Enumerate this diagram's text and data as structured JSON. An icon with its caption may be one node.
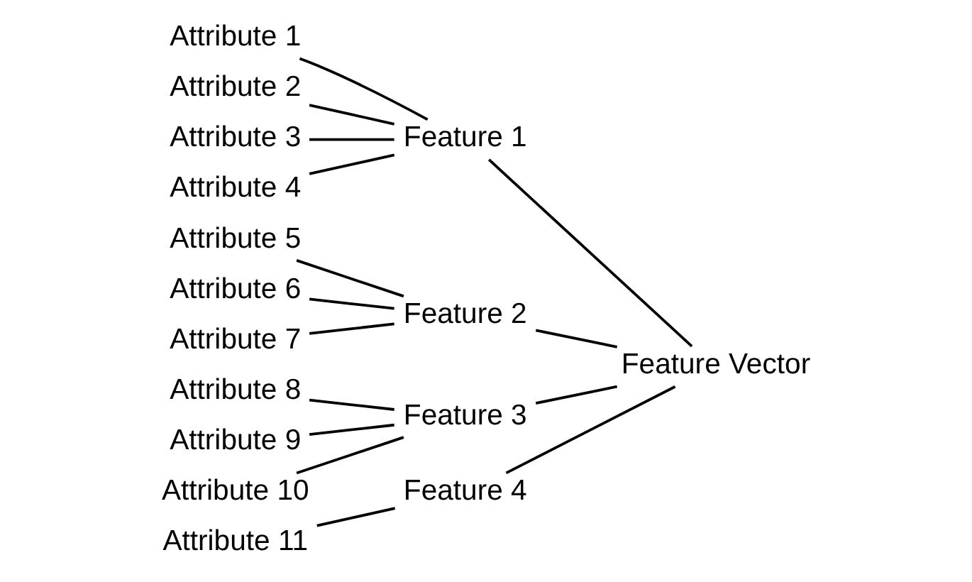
{
  "diagram": {
    "nodes": [
      {
        "text": [
          "Attribute 1"
        ]
      },
      {
        "text": [
          "Attribute 2"
        ]
      },
      {
        "text": [
          "Attribute 3"
        ]
      },
      {
        "text": [
          "Attribute 4"
        ]
      },
      {
        "text": [
          "Feature 1"
        ]
      },
      {
        "text": [
          "Attribute 5"
        ]
      },
      {
        "text": [
          "Attribute 6"
        ]
      },
      {
        "text": [
          "Attribute 7"
        ]
      },
      {
        "text": [
          "Feature 2"
        ]
      },
      {
        "text": [
          "Attribute 8"
        ]
      },
      {
        "text": [
          "Attribute 9"
        ]
      },
      {
        "text": [
          "Attribute 10"
        ]
      },
      {
        "text": [
          "Feature 3"
        ]
      },
      {
        "text": [
          "Attribute 11"
        ]
      },
      {
        "text": [
          "Feature 4"
        ]
      },
      {
        "text": [
          "Feature Vector"
        ]
      }
    ],
    "edges": [
      {
        "from": 0,
        "to": 4,
        "arrow": "none"
      },
      {
        "from": 1,
        "to": 4,
        "arrow": "none"
      },
      {
        "from": 2,
        "to": 4,
        "arrow": "none"
      },
      {
        "from": 3,
        "to": 4,
        "arrow": "none"
      },
      {
        "from": 5,
        "to": 8,
        "arrow": "none"
      },
      {
        "from": 6,
        "to": 8,
        "arrow": "none"
      },
      {
        "from": 7,
        "to": 8,
        "arrow": "none"
      },
      {
        "from": 9,
        "to": 12,
        "arrow": "none"
      },
      {
        "from": 10,
        "to": 12,
        "arrow": "none"
      },
      {
        "from": 11,
        "to": 12,
        "arrow": "none"
      },
      {
        "from": 13,
        "to": 14,
        "arrow": "none"
      },
      {
        "from": 4,
        "to": 15,
        "arrow": "none"
      },
      {
        "from": 8,
        "to": 15,
        "arrow": "none"
      },
      {
        "from": 12,
        "to": 15,
        "arrow": "none"
      },
      {
        "from": 14,
        "to": 15,
        "arrow": "none"
      }
    ]
  }
}
